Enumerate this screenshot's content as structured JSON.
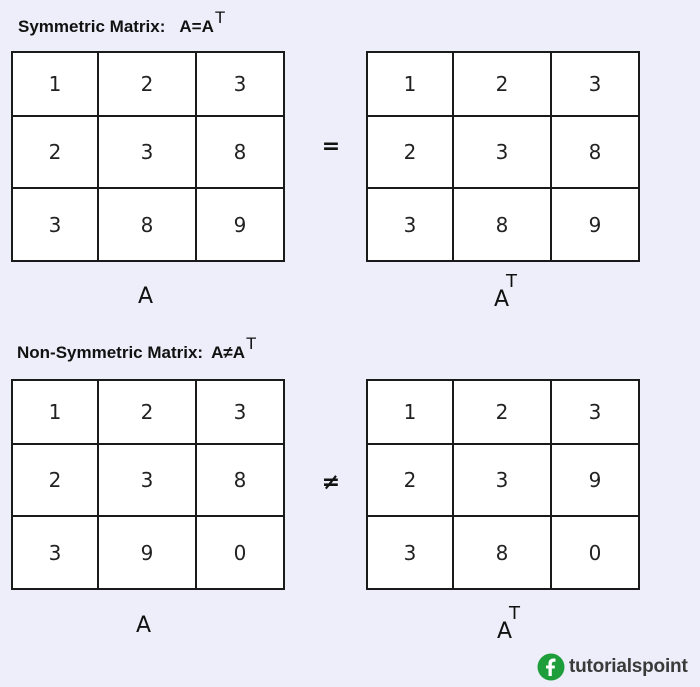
{
  "symmetric": {
    "heading_text": "Symmetric Matrix:",
    "heading_expr": "A=A",
    "heading_sup": "T",
    "relation": "=",
    "left_caption": "A",
    "right_caption": "A",
    "right_caption_sup": "T",
    "left_matrix": [
      [
        "1",
        "2",
        "3"
      ],
      [
        "2",
        "3",
        "8"
      ],
      [
        "3",
        "8",
        "9"
      ]
    ],
    "right_matrix": [
      [
        "1",
        "2",
        "3"
      ],
      [
        "2",
        "3",
        "8"
      ],
      [
        "3",
        "8",
        "9"
      ]
    ]
  },
  "non_symmetric": {
    "heading_text": "Non-Symmetric Matrix:",
    "heading_expr": "A≠A",
    "heading_sup": "T",
    "relation": "≠",
    "left_caption": "A",
    "right_caption": "A",
    "right_caption_sup": "T",
    "left_matrix": [
      [
        "1",
        "2",
        "3"
      ],
      [
        "2",
        "3",
        "8"
      ],
      [
        "3",
        "9",
        "0"
      ]
    ],
    "right_matrix": [
      [
        "1",
        "2",
        "3"
      ],
      [
        "2",
        "3",
        "9"
      ],
      [
        "3",
        "8",
        "0"
      ]
    ]
  },
  "brand": {
    "logo_icon": "tutorialspoint-logo-icon",
    "text": "tutorialspoint",
    "color": "#1e9e3a"
  }
}
